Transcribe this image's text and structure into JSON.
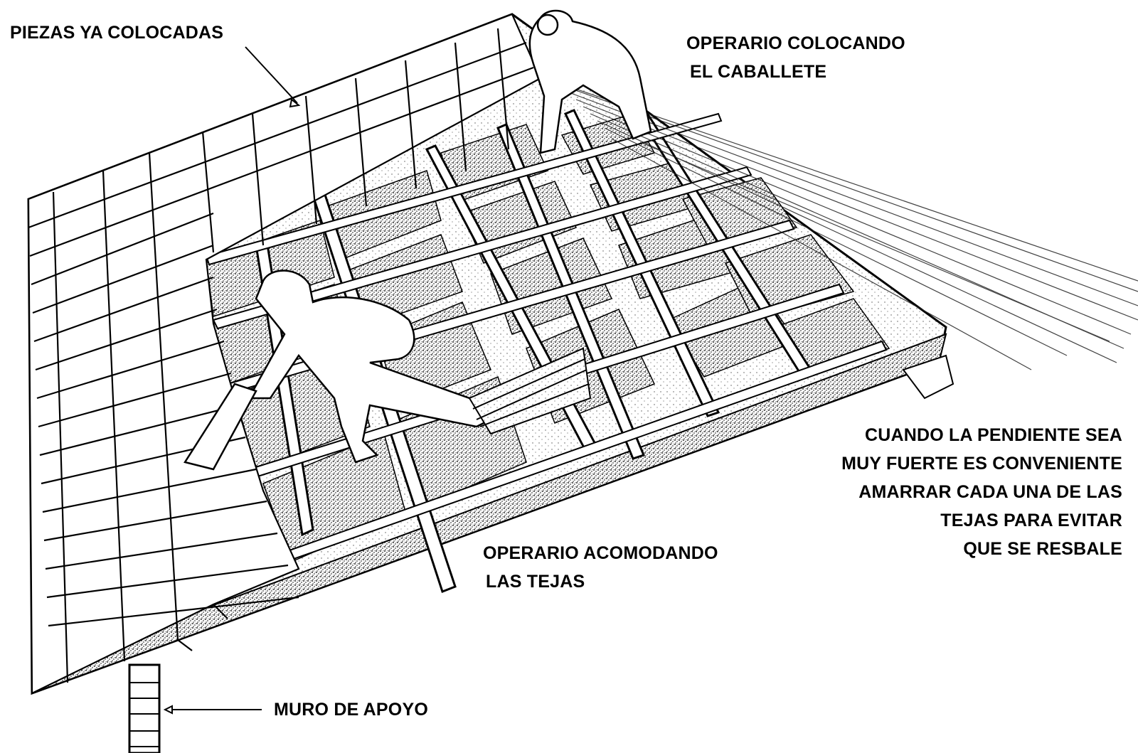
{
  "diagram": {
    "subject": "Roof tile installation on timber frame",
    "labels": {
      "piezas_colocadas": "PIEZAS YA COLOCADAS",
      "operario_caballete": [
        "OPERARIO COLOCANDO",
        "EL CABALLETE"
      ],
      "operario_acomodando": [
        "OPERARIO ACOMODANDO",
        "LAS TEJAS"
      ],
      "nota_pendiente": [
        "CUANDO LA PENDIENTE SEA",
        "MUY FUERTE ES CONVENIENTE",
        "AMARRAR CADA UNA DE LAS",
        "TEJAS PARA EVITAR",
        "QUE SE RESBALE"
      ],
      "muro_apoyo": "MURO DE APOYO"
    },
    "elements": [
      "tiled-roof-section",
      "timber-rafters-and-battens",
      "worker-placing-ridge",
      "worker-arranging-tiles",
      "support-wall",
      "thatch-edge"
    ],
    "colors": {
      "ink": "#000000",
      "paper": "#ffffff",
      "shade": "#555555"
    }
  }
}
